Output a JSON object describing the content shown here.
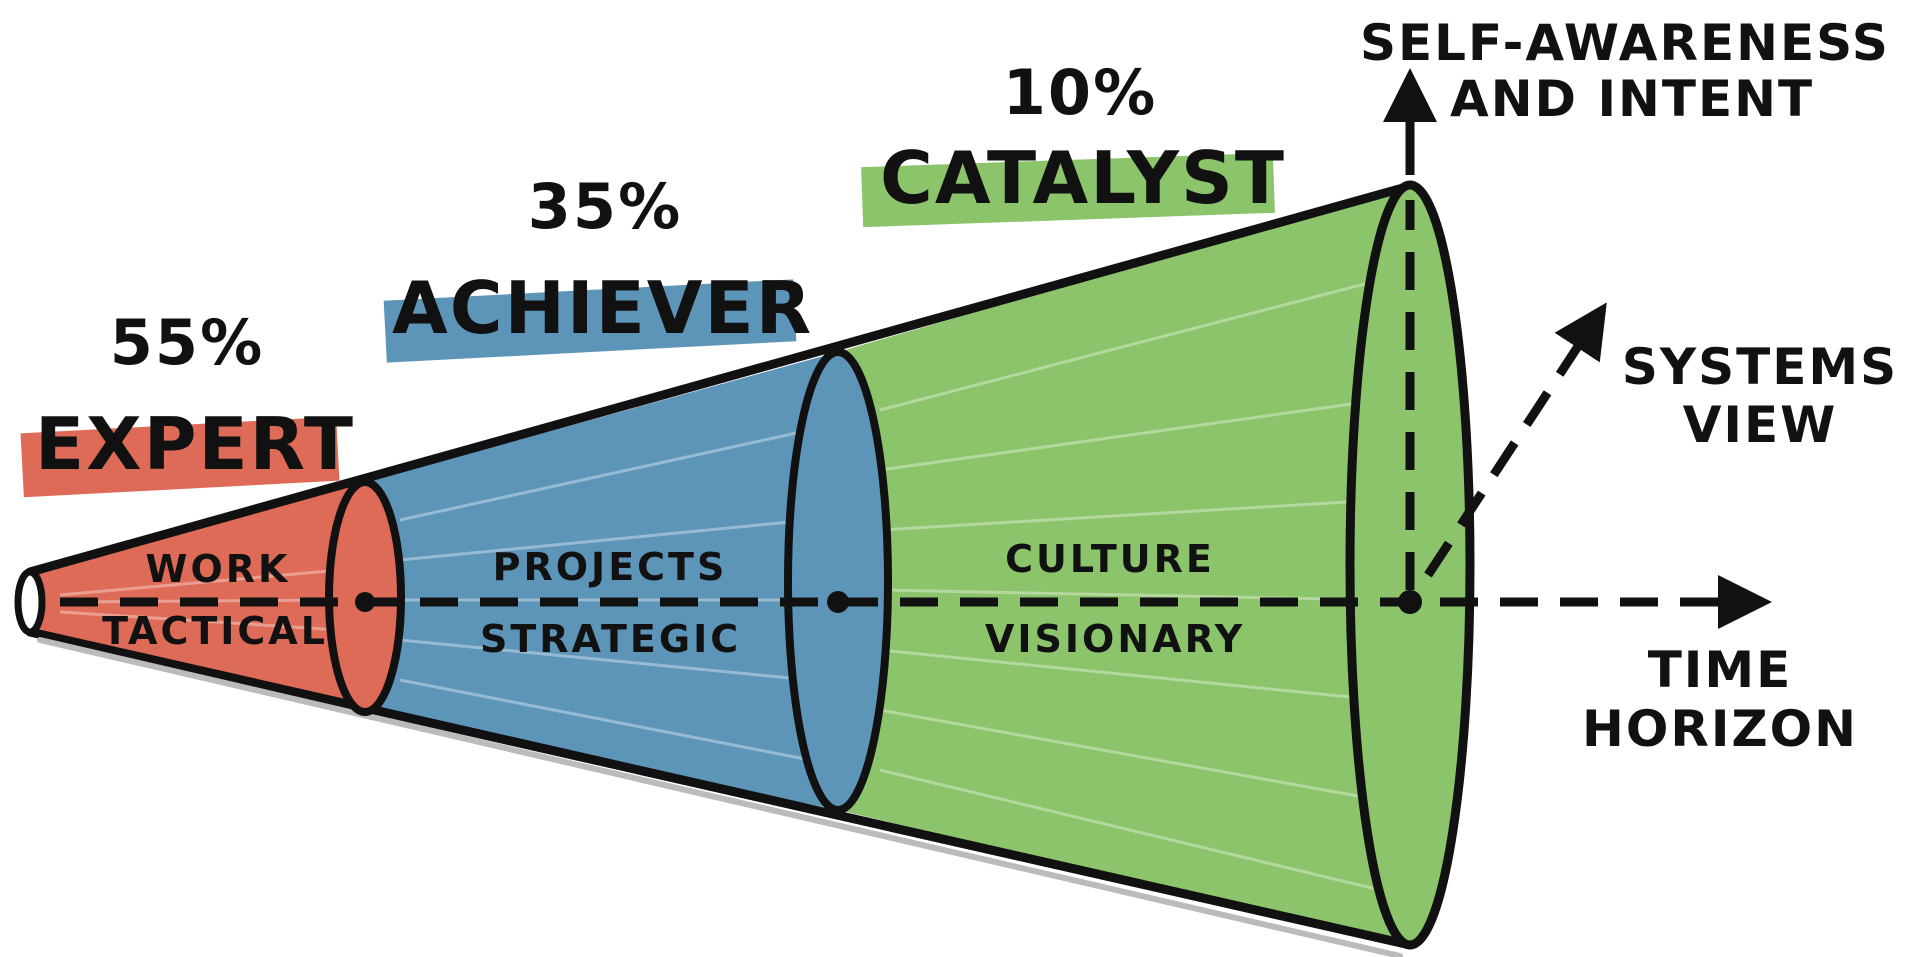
{
  "stages": [
    {
      "percent": "55%",
      "name": "EXPERT",
      "focus": "WORK",
      "mode": "TACTICAL",
      "color": "#dd6b57"
    },
    {
      "percent": "35%",
      "name": "ACHIEVER",
      "focus": "PROJECTS",
      "mode": "STRATEGIC",
      "color": "#5d95b8"
    },
    {
      "percent": "10%",
      "name": "CATALYST",
      "focus": "CULTURE",
      "mode": "VISIONARY",
      "color": "#8cc46b"
    }
  ],
  "axes": {
    "vertical": [
      "SELF-AWARENESS",
      "AND INTENT"
    ],
    "diagonal": [
      "SYSTEMS",
      "VIEW"
    ],
    "horizontal": [
      "TIME",
      "HORIZON"
    ]
  }
}
